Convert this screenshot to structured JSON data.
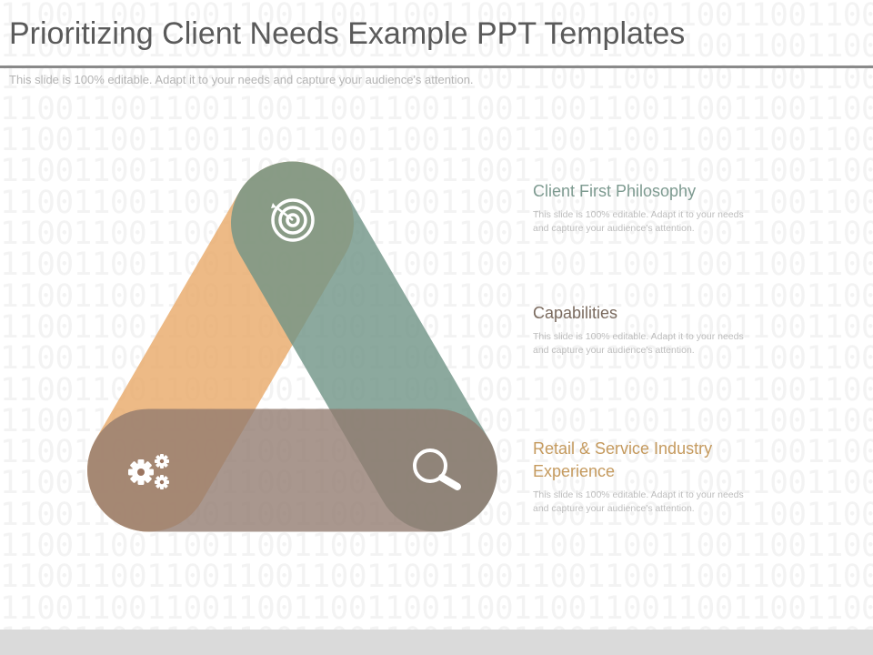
{
  "slide": {
    "title": "Prioritizing Client Needs Example PPT Templates",
    "subtitle": "This slide is 100% editable. Adapt it to your needs and capture your audience's attention."
  },
  "background": {
    "pattern_line": "11001100110011001100110011001100110011001100110011"
  },
  "colors": {
    "orange": "#e8a968",
    "green": "#6f9486",
    "mauve": "#917a6e",
    "gold": "#cba76d",
    "brown": "#9b7560",
    "gray_brown": "#8a7b6b",
    "head_green": "#7d9a90",
    "head_brown": "#7a6a5e",
    "head_gold": "#c59a5e"
  },
  "items": [
    {
      "heading": "Client First Philosophy",
      "description": "This slide is 100% editable. Adapt it to your needs and capture your audience's attention.",
      "icon": "target-icon"
    },
    {
      "heading": "Capabilities",
      "description": "This slide is 100% editable. Adapt it to your needs and capture your audience's attention.",
      "icon": "gears-icon"
    },
    {
      "heading": "Retail & Service Industry Experience",
      "description": "This slide is 100% editable. Adapt it to your needs and capture your audience's attention.",
      "icon": "magnifier-icon"
    }
  ]
}
